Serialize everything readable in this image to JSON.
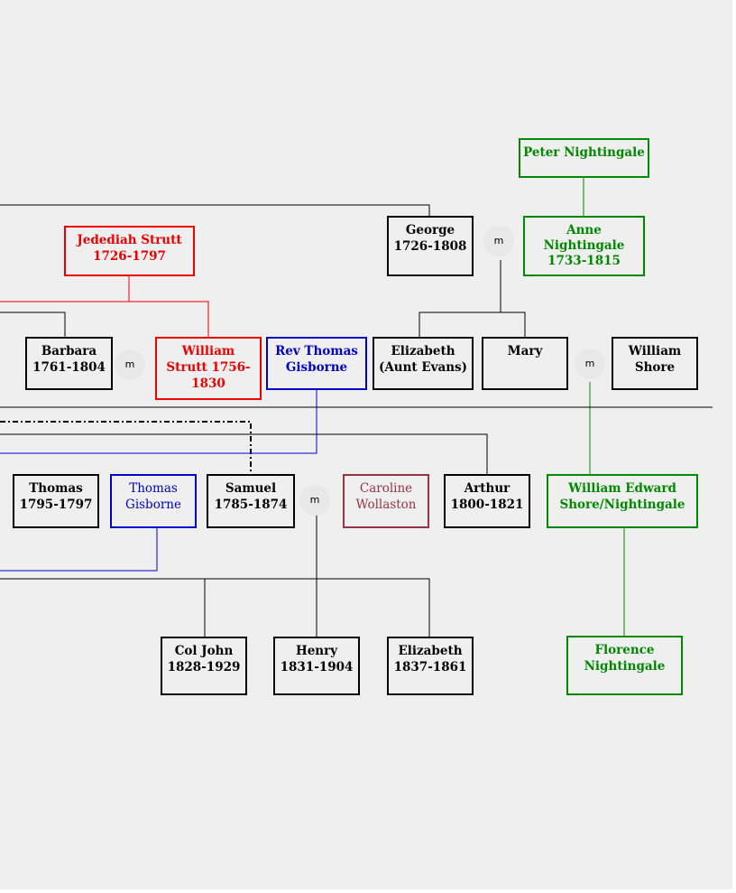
{
  "people": {
    "peter_nightingale": {
      "line1": "Peter Nightingale",
      "line2": ""
    },
    "george": {
      "line1": "George",
      "line2": "1726-1808"
    },
    "anne_nightingale": {
      "line1": "Anne",
      "line2": "Nightingale",
      "line3": "1733-1815"
    },
    "jedediah_strutt": {
      "line1": "Jedediah Strutt",
      "line2": "1726-1797"
    },
    "barbara": {
      "line1": "Barbara",
      "line2": "1761-1804"
    },
    "william_strutt": {
      "line1": "William",
      "line2": "Strutt 1756-",
      "line3": "1830"
    },
    "rev_thomas_gisborne": {
      "line1": "Rev Thomas",
      "line2": "Gisborne"
    },
    "elizabeth_aunt_evans": {
      "line1": "Elizabeth",
      "line2": "(Aunt Evans)"
    },
    "mary": {
      "line1": "Mary",
      "line2": ""
    },
    "william_shore": {
      "line1": "William",
      "line2": "Shore"
    },
    "thomas": {
      "line1": "Thomas",
      "line2": "1795-1797"
    },
    "thomas_gisborne": {
      "line1": "Thomas",
      "line2": "Gisborne"
    },
    "samuel": {
      "line1": "Samuel",
      "line2": "1785-1874"
    },
    "caroline_wollaston": {
      "line1": "Caroline",
      "line2": "Wollaston"
    },
    "arthur": {
      "line1": "Arthur",
      "line2": "1800-1821"
    },
    "william_edward": {
      "line1": "William Edward",
      "line2": "Shore/Nightingale"
    },
    "col_john": {
      "line1": "Col John",
      "line2": "1828-1929"
    },
    "henry": {
      "line1": "Henry",
      "line2": "1831-1904"
    },
    "elizabeth_1837": {
      "line1": "Elizabeth",
      "line2": "1837-1861"
    },
    "florence_nightingale": {
      "line1": "Florence",
      "line2": "Nightingale"
    }
  },
  "marriage_label": "m",
  "colors": {
    "black": "#000000",
    "red": "#ee0000",
    "green": "#008800",
    "blue": "#0000cc",
    "maroon": "#993344",
    "background": "#efefef"
  }
}
